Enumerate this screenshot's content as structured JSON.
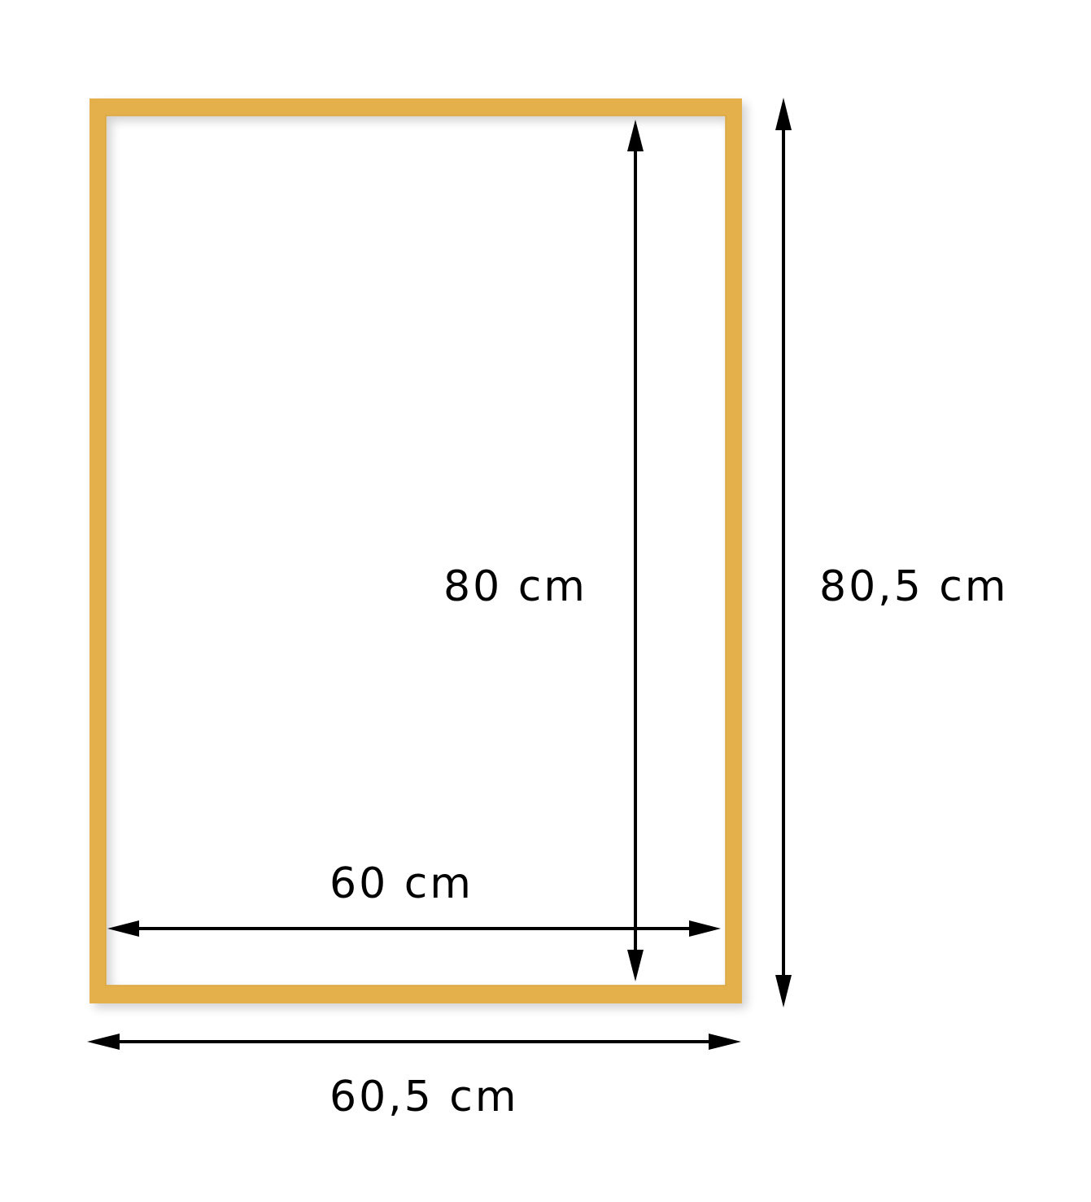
{
  "labels": {
    "inner_height": "80 cm",
    "outer_height": "80,5 cm",
    "inner_width": "60 cm",
    "outer_width": "60,5 cm"
  },
  "colors": {
    "frame": "#E3B04B",
    "frame_inner_edge": "#D9A53E",
    "arrow": "#000000",
    "background": "#FFFFFF"
  }
}
